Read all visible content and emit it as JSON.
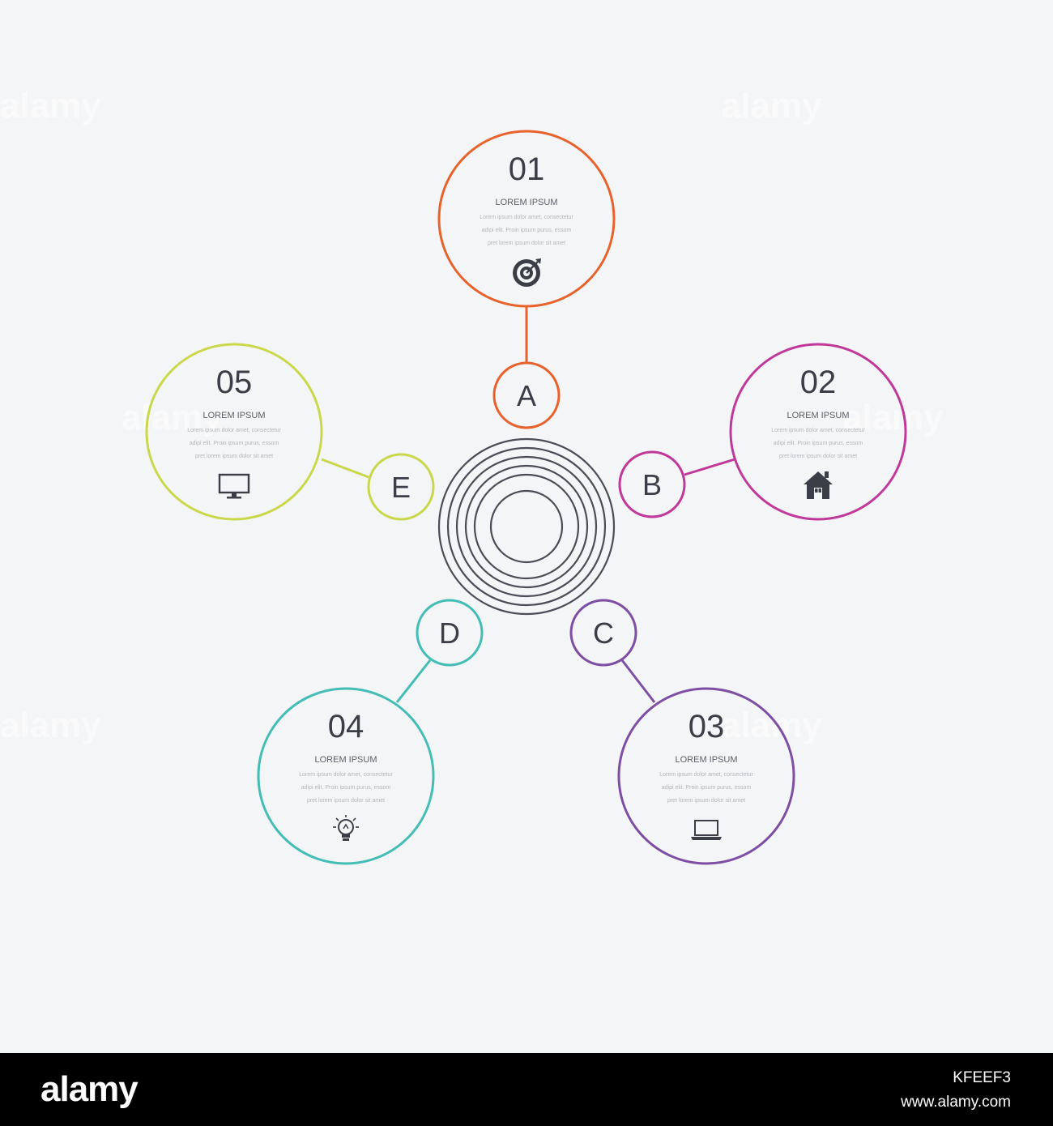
{
  "colors": {
    "background": "#f4f5f7",
    "text_dark": "#3b3e47",
    "center_rings": "#4a4d56"
  },
  "watermark": "alamy",
  "steps": [
    {
      "number": "01",
      "title": "LOREM IPSUM",
      "letter": "A",
      "color": "#e8622c",
      "icon": "target-icon",
      "body": [
        "Lorem ipsum dolor amet, consectetur",
        "adipi elit. Proin ipsum purus, essom",
        "pret lorem ipsum dolor sit amet"
      ]
    },
    {
      "number": "02",
      "title": "LOREM IPSUM",
      "letter": "B",
      "color": "#c0399a",
      "icon": "home-icon",
      "body": [
        "Lorem ipsum dolor amet, consectetur",
        "adipi elit. Proin ipsum purus, essom",
        "pret lorem ipsum dolor sit amet"
      ]
    },
    {
      "number": "03",
      "title": "LOREM IPSUM",
      "letter": "C",
      "color": "#7d4ea3",
      "icon": "laptop-icon",
      "body": [
        "Lorem ipsum dolor amet, consectetur",
        "adipi elit. Proin ipsum purus, essom",
        "pret lorem ipsum dolor sit amet"
      ]
    },
    {
      "number": "04",
      "title": "LOREM IPSUM",
      "letter": "D",
      "color": "#43bdb5",
      "icon": "lightbulb-icon",
      "body": [
        "Lorem ipsum dolor amet, consectetur",
        "adipi elit. Proin ipsum purus, essom",
        "pret lorem ipsum dolor sit amet"
      ]
    },
    {
      "number": "05",
      "title": "LOREM IPSUM",
      "letter": "E",
      "color": "#c9d84a",
      "icon": "monitor-icon",
      "body": [
        "Lorem ipsum dolor amet, consectetur",
        "adipi elit. Proin ipsum purus, essom",
        "pret lorem ipsum dolor sit amet"
      ]
    }
  ],
  "footer": {
    "brand": "alamy",
    "image_id": "KFEEF3",
    "url": "www.alamy.com"
  }
}
